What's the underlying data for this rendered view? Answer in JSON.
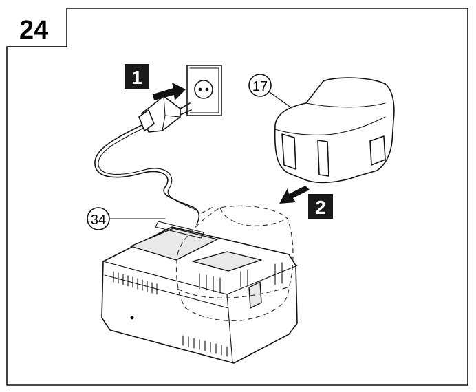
{
  "figure_number": "24",
  "steps": [
    {
      "label": "1"
    },
    {
      "label": "2"
    }
  ],
  "callouts": [
    {
      "label": "17"
    },
    {
      "label": "34"
    }
  ],
  "colors": {
    "ink": "#111111",
    "step_box": "#1a1a1a",
    "background": "#ffffff"
  }
}
